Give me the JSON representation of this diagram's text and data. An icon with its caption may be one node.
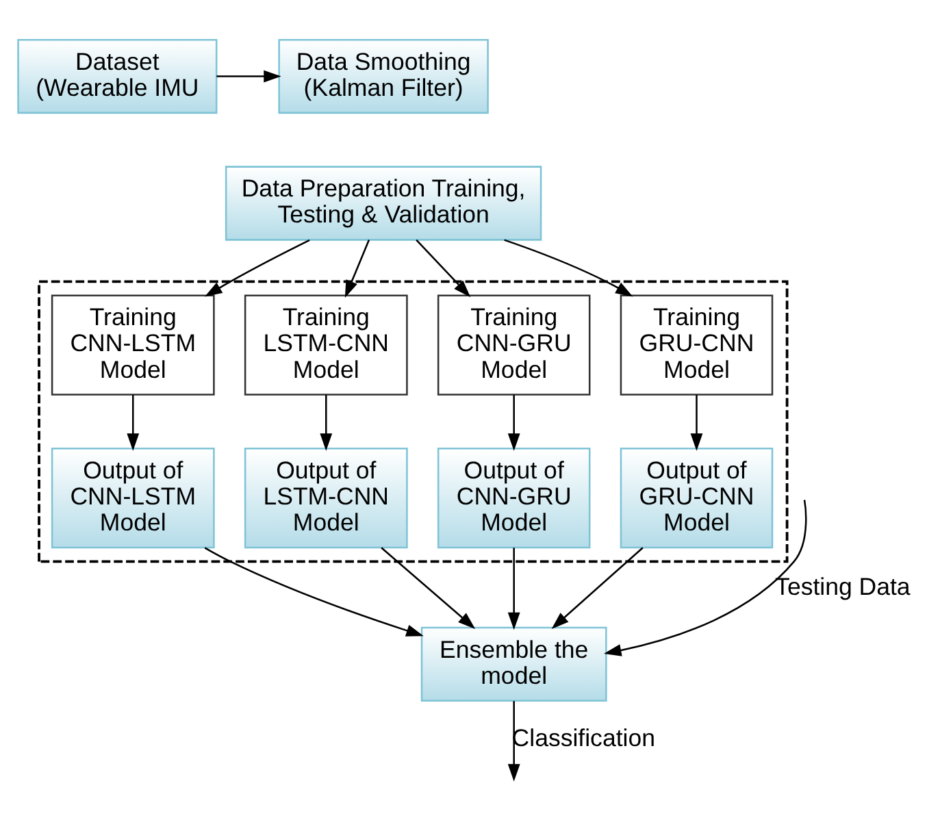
{
  "diagram": {
    "nodes": [
      {
        "text": [
          "Dataset (Wearable IMU"
        ]
      },
      {
        "text": [
          "Data Smoothing (Kalman Filter)"
        ]
      },
      {
        "text": [
          "Data Preparation Training, Testing & Validation"
        ]
      },
      {
        "text": [],
        "shape": "box"
      },
      {
        "text": [
          "Training CNN-LSTM Model"
        ],
        "in": 3
      },
      {
        "text": [
          "Training LSTM-CNN Model"
        ],
        "in": 3
      },
      {
        "text": [
          "Training CNN-GRU Model"
        ],
        "in": 3
      },
      {
        "text": [
          "Training GRU-CNN Model"
        ],
        "in": 3
      },
      {
        "text": [
          "Output of CNN-LSTM Model"
        ],
        "in": 3
      },
      {
        "text": [
          "Output of LSTM-CNN Model"
        ],
        "in": 3
      },
      {
        "text": [
          "Output of CNN-GRU Model"
        ],
        "in": 3
      },
      {
        "text": [
          "Output of GRU-CNN Model"
        ],
        "in": 3
      },
      {
        "text": [
          "Ensemble the model"
        ]
      }
    ],
    "edges": [
      {
        "from": 0,
        "to": 1,
        "arrow": "to"
      },
      {
        "from": 2,
        "to": 4,
        "arrow": "to"
      },
      {
        "from": 2,
        "to": 5,
        "arrow": "to"
      },
      {
        "from": 2,
        "to": 6,
        "arrow": "to"
      },
      {
        "from": 2,
        "to": 7,
        "arrow": "to"
      },
      {
        "from": 4,
        "to": 8,
        "arrow": "to"
      },
      {
        "from": 5,
        "to": 9,
        "arrow": "to"
      },
      {
        "from": 6,
        "to": 10,
        "arrow": "to"
      },
      {
        "from": 7,
        "to": 11,
        "arrow": "to"
      },
      {
        "from": 8,
        "to": 12,
        "arrow": "to"
      },
      {
        "from": 9,
        "to": 12,
        "arrow": "to"
      },
      {
        "from": 10,
        "to": 12,
        "arrow": "to"
      },
      {
        "from": 11,
        "to": 12,
        "arrow": "to"
      },
      {
        "from": null,
        "to": 12,
        "arrow": "to",
        "label": "Testing Data"
      },
      {
        "from": 12,
        "to": null,
        "arrow": "to",
        "label": "Classification"
      }
    ]
  }
}
